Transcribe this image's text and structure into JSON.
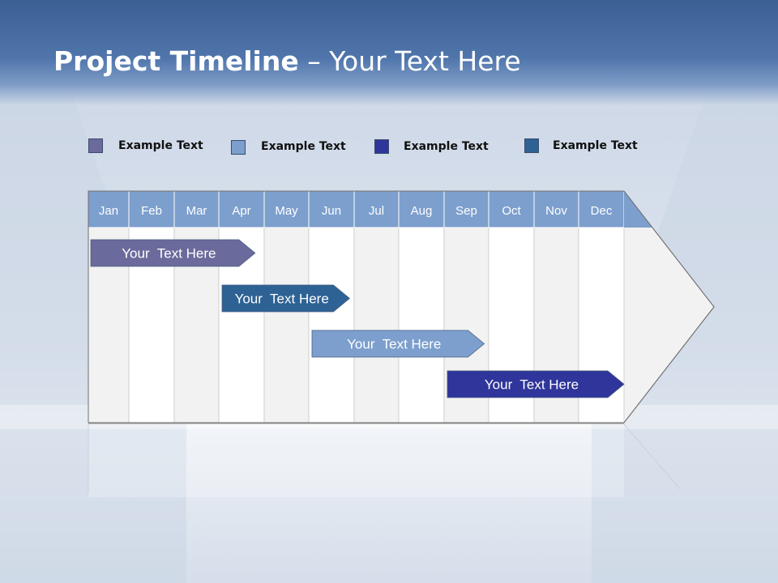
{
  "title": {
    "bold": "Project Timeline",
    "rest": " – Your Text Here"
  },
  "legend": [
    {
      "label": "Example Text",
      "color": "#6b6a9c"
    },
    {
      "label": "Example Text",
      "color": "#7c9fcd"
    },
    {
      "label": "Example Text",
      "color": "#2f359a"
    },
    {
      "label": "Example Text",
      "color": "#2e6295"
    }
  ],
  "months": [
    "Jan",
    "Feb",
    "Mar",
    "Apr",
    "May",
    "Jun",
    "Jul",
    "Aug",
    "Sep",
    "Oct",
    "Nov",
    "Dec"
  ],
  "bars": [
    {
      "label": "Your  Text Here",
      "start_month": 0,
      "end_month": 3.8,
      "color": "#6b6a9c"
    },
    {
      "label": "Your  Text Here",
      "start_month": 3.0,
      "end_month": 5.9,
      "color": "#2e6295"
    },
    {
      "label": "Your  Text Here",
      "start_month": 5.0,
      "end_month": 8.9,
      "color": "#7c9fcd"
    },
    {
      "label": "Your  Text Here",
      "start_month": 8.0,
      "end_month": 12.0,
      "color": "#2f359a"
    }
  ],
  "colors": {
    "header_month": "#7c9fcd",
    "col_light": "#f2f2f2",
    "col_white": "#ffffff"
  }
}
